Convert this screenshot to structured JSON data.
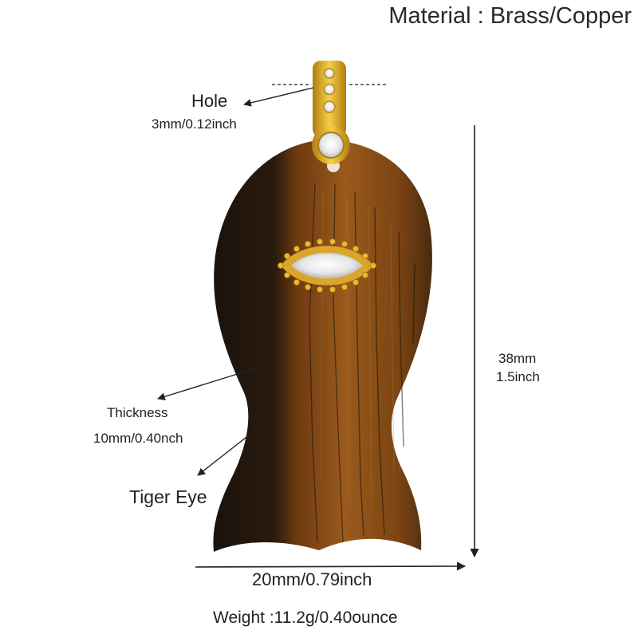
{
  "material": "Material : Brass/Copper",
  "hole": {
    "title": "Hole",
    "size": "3mm/0.12inch"
  },
  "thickness": {
    "title": "Thickness",
    "size": "10mm/0.40nch"
  },
  "stone": "Tiger Eye",
  "height": {
    "mm": "38mm",
    "inch": "1.5inch"
  },
  "width": "20mm/0.79inch",
  "weight": "Weight :11.2g/0.40ounce",
  "colors": {
    "stone_dark": "#2a1a0e",
    "stone_mid": "#7a4413",
    "stone_light": "#a8641f",
    "gold": "#e0a820",
    "crystal": "#f2f2f2"
  }
}
